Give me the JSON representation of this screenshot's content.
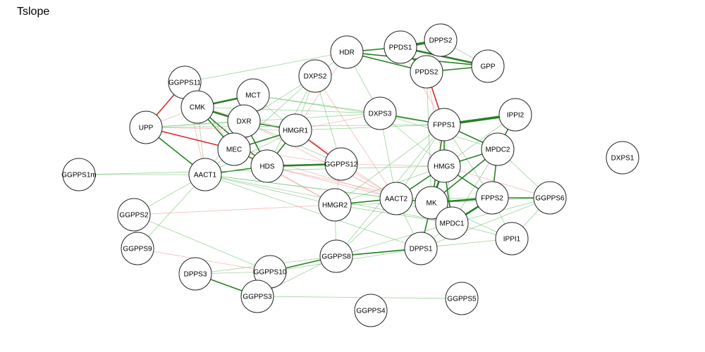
{
  "title": "Tslope",
  "colors": {
    "positive": "#1a7a1a",
    "positive_light": "#7cc47c",
    "negative": "#d42020",
    "negative_light": "#f0a0a0",
    "node_fill": "#ffffff",
    "node_stroke": "#222222"
  },
  "nodes": [
    {
      "id": "HDR",
      "label": "HDR"
    },
    {
      "id": "PPDS1",
      "label": "PPDS1"
    },
    {
      "id": "DPPS2",
      "label": "DPPS2"
    },
    {
      "id": "GPP",
      "label": "GPP"
    },
    {
      "id": "PPDS2",
      "label": "PPDS2"
    },
    {
      "id": "DXPS2",
      "label": "DXPS2"
    },
    {
      "id": "GGPPS11",
      "label": "GGPPS11"
    },
    {
      "id": "MCT",
      "label": "MCT"
    },
    {
      "id": "CMK",
      "label": "CMK"
    },
    {
      "id": "DXR",
      "label": "DXR"
    },
    {
      "id": "DXPS3",
      "label": "DXPS3"
    },
    {
      "id": "FPPS1",
      "label": "FPPS1"
    },
    {
      "id": "IPPI2",
      "label": "IPPI2"
    },
    {
      "id": "UPP",
      "label": "UPP"
    },
    {
      "id": "HMGR1",
      "label": "HMGR1"
    },
    {
      "id": "MEC",
      "label": "MEC"
    },
    {
      "id": "MPDC2",
      "label": "MPDC2"
    },
    {
      "id": "DXPS1",
      "label": "DXPS1"
    },
    {
      "id": "HDS",
      "label": "HDS"
    },
    {
      "id": "GGPPS12",
      "label": "GGPPS12"
    },
    {
      "id": "HMGS",
      "label": "HMGS"
    },
    {
      "id": "GGPPS1m",
      "label": "GGPPS1m"
    },
    {
      "id": "AACT1",
      "label": "AACT1"
    },
    {
      "id": "AACT2",
      "label": "AACT2"
    },
    {
      "id": "MK",
      "label": "MK"
    },
    {
      "id": "FPPS2",
      "label": "FPPS2"
    },
    {
      "id": "GGPPS6",
      "label": "GGPPS6"
    },
    {
      "id": "HMGR2",
      "label": "HMGR2"
    },
    {
      "id": "GGPPS2",
      "label": "GGPPS2"
    },
    {
      "id": "MPDC1",
      "label": "MPDC1"
    },
    {
      "id": "IPPI1",
      "label": "IPPI1"
    },
    {
      "id": "GGPPS9",
      "label": "GGPPS9"
    },
    {
      "id": "DPPS1",
      "label": "DPPS1"
    },
    {
      "id": "GGPPS8",
      "label": "GGPPS8"
    },
    {
      "id": "DPPS3",
      "label": "DPPS3"
    },
    {
      "id": "GGPPS10",
      "label": "GGPPS10"
    },
    {
      "id": "GGPPS3",
      "label": "GGPPS3"
    },
    {
      "id": "GGPPS4",
      "label": "GGPPS4"
    },
    {
      "id": "GGPPS5",
      "label": "GGPPS5"
    }
  ],
  "edges": [
    {
      "from": "HDR",
      "to": "PPDS1",
      "sign": "positive",
      "strength": 2
    },
    {
      "from": "PPDS1",
      "to": "DPPS2",
      "sign": "positive",
      "strength": 4
    },
    {
      "from": "PPDS1",
      "to": "GPP",
      "sign": "positive",
      "strength": 3
    },
    {
      "from": "HDR",
      "to": "GPP",
      "sign": "positive",
      "strength": 2
    },
    {
      "from": "PPDS1",
      "to": "PPDS2",
      "sign": "positive",
      "strength": 2
    },
    {
      "from": "PPDS2",
      "to": "GPP",
      "sign": "positive",
      "strength": 2
    },
    {
      "from": "DPPS2",
      "to": "PPDS2",
      "sign": "positive",
      "strength": 1
    },
    {
      "from": "DPPS2",
      "to": "GPP",
      "sign": "positive",
      "strength": 1
    },
    {
      "from": "HDR",
      "to": "PPDS2",
      "sign": "positive",
      "strength": 2
    },
    {
      "from": "DXPS2",
      "to": "HDR",
      "sign": "positive",
      "strength": 1
    },
    {
      "from": "GGPPS11",
      "to": "HDR",
      "sign": "positive",
      "strength": 1
    },
    {
      "from": "PPDS2",
      "to": "FPPS1",
      "sign": "negative",
      "strength": 2
    },
    {
      "from": "PPDS2",
      "to": "HMGS",
      "sign": "negative",
      "strength": 1
    },
    {
      "from": "PPDS2",
      "to": "MK",
      "sign": "positive",
      "strength": 1
    },
    {
      "from": "PPDS1",
      "to": "FPPS1",
      "sign": "negative",
      "strength": 1
    },
    {
      "from": "HDR",
      "to": "HMGR1",
      "sign": "negative",
      "strength": 1
    },
    {
      "from": "HDR",
      "to": "DXPS3",
      "sign": "positive",
      "strength": 1
    },
    {
      "from": "DXPS2",
      "to": "DXR",
      "sign": "positive",
      "strength": 1
    },
    {
      "from": "DXPS2",
      "to": "HMGR1",
      "sign": "positive",
      "strength": 1
    },
    {
      "from": "DXPS2",
      "to": "MEC",
      "sign": "positive",
      "strength": 1
    },
    {
      "from": "DXPS2",
      "to": "AACT2",
      "sign": "negative",
      "strength": 1
    },
    {
      "from": "DXPS2",
      "to": "HDS",
      "sign": "positive",
      "strength": 1
    },
    {
      "from": "DXPS2",
      "to": "GGPPS12",
      "sign": "positive",
      "strength": 1
    },
    {
      "from": "GGPPS11",
      "to": "UPP",
      "sign": "negative",
      "strength": 2
    },
    {
      "from": "GGPPS11",
      "to": "AACT1",
      "sign": "negative",
      "strength": 1
    },
    {
      "from": "GGPPS11",
      "to": "MEC",
      "sign": "negative",
      "strength": 1
    },
    {
      "from": "MCT",
      "to": "CMK",
      "sign": "positive",
      "strength": 3
    },
    {
      "from": "MCT",
      "to": "DXR",
      "sign": "positive",
      "strength": 2
    },
    {
      "from": "MCT",
      "to": "MEC",
      "sign": "positive",
      "strength": 2
    },
    {
      "from": "MCT",
      "to": "DXPS3",
      "sign": "positive",
      "strength": 1
    },
    {
      "from": "MCT",
      "to": "FPPS1",
      "sign": "positive",
      "strength": 1
    },
    {
      "from": "MCT",
      "to": "HMGR1",
      "sign": "positive",
      "strength": 1
    },
    {
      "from": "CMK",
      "to": "DXR",
      "sign": "positive",
      "strength": 3
    },
    {
      "from": "CMK",
      "to": "MEC",
      "sign": "positive",
      "strength": 2
    },
    {
      "from": "CMK",
      "to": "UPP",
      "sign": "negative",
      "strength": 1
    },
    {
      "from": "CMK",
      "to": "HDS",
      "sign": "positive",
      "strength": 2
    },
    {
      "from": "CMK",
      "to": "HMGR1",
      "sign": "negative",
      "strength": 1
    },
    {
      "from": "CMK",
      "to": "DXPS3",
      "sign": "positive",
      "strength": 1
    },
    {
      "from": "CMK",
      "to": "AACT1",
      "sign": "positive",
      "strength": 1
    },
    {
      "from": "DXR",
      "to": "MEC",
      "sign": "positive",
      "strength": 2
    },
    {
      "from": "DXR",
      "to": "HMGR1",
      "sign": "positive",
      "strength": 2
    },
    {
      "from": "DXR",
      "to": "HDS",
      "sign": "positive",
      "strength": 2
    },
    {
      "from": "DXR",
      "to": "GGPPS12",
      "sign": "positive",
      "strength": 1
    },
    {
      "from": "DXR",
      "to": "UPP",
      "sign": "positive",
      "strength": 1
    },
    {
      "from": "DXR",
      "to": "AACT1",
      "sign": "positive",
      "strength": 1
    },
    {
      "from": "DXR",
      "to": "AACT2",
      "sign": "negative",
      "strength": 1
    },
    {
      "from": "UPP",
      "to": "HMGR1",
      "sign": "negative",
      "strength": 1
    },
    {
      "from": "UPP",
      "to": "MEC",
      "sign": "negative",
      "strength": 2
    },
    {
      "from": "UPP",
      "to": "AACT1",
      "sign": "positive",
      "strength": 2
    },
    {
      "from": "UPP",
      "to": "DXPS3",
      "sign": "positive",
      "strength": 1
    },
    {
      "from": "UPP",
      "to": "FPPS1",
      "sign": "positive",
      "strength": 1
    },
    {
      "from": "HMGR1",
      "to": "MEC",
      "sign": "positive",
      "strength": 2
    },
    {
      "from": "HMGR1",
      "to": "HDS",
      "sign": "positive",
      "strength": 2
    },
    {
      "from": "HMGR1",
      "to": "GGPPS12",
      "sign": "negative",
      "strength": 2
    },
    {
      "from": "HMGR1",
      "to": "DXPS3",
      "sign": "negative",
      "strength": 1
    },
    {
      "from": "HMGR1",
      "to": "FPPS1",
      "sign": "positive",
      "strength": 1
    },
    {
      "from": "HMGR1",
      "to": "AACT1",
      "sign": "positive",
      "strength": 1
    },
    {
      "from": "HMGR1",
      "to": "AACT2",
      "sign": "negative",
      "strength": 1
    },
    {
      "from": "MEC",
      "to": "HDS",
      "sign": "positive",
      "strength": 2
    },
    {
      "from": "MEC",
      "to": "AACT1",
      "sign": "positive",
      "strength": 1
    },
    {
      "from": "MEC",
      "to": "GGPPS12",
      "sign": "negative",
      "strength": 1
    },
    {
      "from": "MEC",
      "to": "AACT2",
      "sign": "negative",
      "strength": 1
    },
    {
      "from": "MEC",
      "to": "HMGR2",
      "sign": "negative",
      "strength": 1
    },
    {
      "from": "HDS",
      "to": "GGPPS12",
      "sign": "positive",
      "strength": 3
    },
    {
      "from": "HDS",
      "to": "AACT1",
      "sign": "positive",
      "strength": 2
    },
    {
      "from": "HDS",
      "to": "AACT2",
      "sign": "negative",
      "strength": 1
    },
    {
      "from": "HDS",
      "to": "HMGR2",
      "sign": "negative",
      "strength": 1
    },
    {
      "from": "HDS",
      "to": "MK",
      "sign": "negative",
      "strength": 1
    },
    {
      "from": "GGPPS12",
      "to": "AACT2",
      "sign": "negative",
      "strength": 1
    },
    {
      "from": "GGPPS12",
      "to": "HMGS",
      "sign": "negative",
      "strength": 1
    },
    {
      "from": "GGPPS12",
      "to": "HMGR2",
      "sign": "negative",
      "strength": 1
    },
    {
      "from": "AACT1",
      "to": "HMGR2",
      "sign": "positive",
      "strength": 1
    },
    {
      "from": "AACT1",
      "to": "AACT2",
      "sign": "positive",
      "strength": 1
    },
    {
      "from": "AACT1",
      "to": "MK",
      "sign": "positive",
      "strength": 1
    },
    {
      "from": "AACT1",
      "to": "GGPPS1m",
      "sign": "positive",
      "strength": 1
    },
    {
      "from": "AACT1",
      "to": "GGPPS2",
      "sign": "positive",
      "strength": 1
    },
    {
      "from": "AACT1",
      "to": "GGPPS9",
      "sign": "positive",
      "strength": 1
    },
    {
      "from": "AACT1",
      "to": "MPDC1",
      "sign": "positive",
      "strength": 1
    },
    {
      "from": "AACT1",
      "to": "DPPS1",
      "sign": "positive",
      "strength": 1
    },
    {
      "from": "DXPS3",
      "to": "FPPS1",
      "sign": "positive",
      "strength": 2
    },
    {
      "from": "DXPS3",
      "to": "MPDC2",
      "sign": "positive",
      "strength": 1
    },
    {
      "from": "DXPS3",
      "to": "HMGS",
      "sign": "positive",
      "strength": 1
    },
    {
      "from": "DXPS3",
      "to": "AACT2",
      "sign": "positive",
      "strength": 1
    },
    {
      "from": "FPPS1",
      "to": "IPPI2",
      "sign": "positive",
      "strength": 4
    },
    {
      "from": "FPPS1",
      "to": "MPDC2",
      "sign": "positive",
      "strength": 2
    },
    {
      "from": "FPPS1",
      "to": "HMGS",
      "sign": "positive",
      "strength": 2
    },
    {
      "from": "FPPS1",
      "to": "MK",
      "sign": "positive",
      "strength": 2
    },
    {
      "from": "FPPS1",
      "to": "FPPS2",
      "sign": "positive",
      "strength": 1
    },
    {
      "from": "FPPS1",
      "to": "MPDC1",
      "sign": "positive",
      "strength": 1
    },
    {
      "from": "FPPS1",
      "to": "AACT2",
      "sign": "positive",
      "strength": 1
    },
    {
      "from": "FPPS1",
      "to": "HMGR2",
      "sign": "positive",
      "strength": 1
    },
    {
      "from": "FPPS1",
      "to": "GGPPS8",
      "sign": "positive",
      "strength": 1
    },
    {
      "from": "IPPI2",
      "to": "MPDC2",
      "sign": "positive",
      "strength": 2
    },
    {
      "from": "IPPI2",
      "to": "HMGS",
      "sign": "positive",
      "strength": 1
    },
    {
      "from": "MPDC2",
      "to": "HMGS",
      "sign": "positive",
      "strength": 2
    },
    {
      "from": "MPDC2",
      "to": "MK",
      "sign": "positive",
      "strength": 2
    },
    {
      "from": "MPDC2",
      "to": "FPPS2",
      "sign": "positive",
      "strength": 2
    },
    {
      "from": "MPDC2",
      "to": "GGPPS6",
      "sign": "positive",
      "strength": 1
    },
    {
      "from": "MPDC2",
      "to": "MPDC1",
      "sign": "positive",
      "strength": 1
    },
    {
      "from": "HMGS",
      "to": "MK",
      "sign": "positive",
      "strength": 3
    },
    {
      "from": "HMGS",
      "to": "FPPS2",
      "sign": "positive",
      "strength": 2
    },
    {
      "from": "HMGS",
      "to": "MPDC1",
      "sign": "positive",
      "strength": 2
    },
    {
      "from": "HMGS",
      "to": "AACT2",
      "sign": "positive",
      "strength": 2
    },
    {
      "from": "HMGS",
      "to": "HMGR2",
      "sign": "positive",
      "strength": 1
    },
    {
      "from": "HMGS",
      "to": "GGPPS6",
      "sign": "negative",
      "strength": 1
    },
    {
      "from": "AACT2",
      "to": "MK",
      "sign": "positive",
      "strength": 2
    },
    {
      "from": "AACT2",
      "to": "HMGR2",
      "sign": "positive",
      "strength": 2
    },
    {
      "from": "AACT2",
      "to": "MPDC1",
      "sign": "positive",
      "strength": 1
    },
    {
      "from": "AACT2",
      "to": "FPPS2",
      "sign": "positive",
      "strength": 1
    },
    {
      "from": "AACT2",
      "to": "DPPS1",
      "sign": "positive",
      "strength": 1
    },
    {
      "from": "AACT2",
      "to": "GGPPS8",
      "sign": "positive",
      "strength": 1
    },
    {
      "from": "MK",
      "to": "FPPS2",
      "sign": "positive",
      "strength": 3
    },
    {
      "from": "MK",
      "to": "MPDC1",
      "sign": "positive",
      "strength": 2
    },
    {
      "from": "MK",
      "to": "IPPI1",
      "sign": "positive",
      "strength": 1
    },
    {
      "from": "MK",
      "to": "GGPPS6",
      "sign": "positive",
      "strength": 1
    },
    {
      "from": "MK",
      "to": "DPPS1",
      "sign": "positive",
      "strength": 2
    },
    {
      "from": "MK",
      "to": "HMGR2",
      "sign": "positive",
      "strength": 1
    },
    {
      "from": "FPPS2",
      "to": "GGPPS6",
      "sign": "positive",
      "strength": 2
    },
    {
      "from": "FPPS2",
      "to": "MPDC1",
      "sign": "positive",
      "strength": 3
    },
    {
      "from": "FPPS2",
      "to": "IPPI1",
      "sign": "positive",
      "strength": 1
    },
    {
      "from": "MPDC1",
      "to": "IPPI1",
      "sign": "positive",
      "strength": 1
    },
    {
      "from": "MPDC1",
      "to": "GGPPS6",
      "sign": "positive",
      "strength": 1
    },
    {
      "from": "MPDC1",
      "to": "DPPS1",
      "sign": "positive",
      "strength": 1
    },
    {
      "from": "MPDC1",
      "to": "GGPPS8",
      "sign": "positive",
      "strength": 1
    },
    {
      "from": "GGPPS6",
      "to": "IPPI1",
      "sign": "positive",
      "strength": 1
    },
    {
      "from": "GGPPS6",
      "to": "DPPS1",
      "sign": "positive",
      "strength": 1
    },
    {
      "from": "HMGR2",
      "to": "MPDC1",
      "sign": "positive",
      "strength": 1
    },
    {
      "from": "HMGR2",
      "to": "GGPPS8",
      "sign": "positive",
      "strength": 1
    },
    {
      "from": "IPPI1",
      "to": "GGPPS8",
      "sign": "positive",
      "strength": 1
    },
    {
      "from": "GGPPS8",
      "to": "DPPS1",
      "sign": "positive",
      "strength": 2
    },
    {
      "from": "GGPPS8",
      "to": "GGPPS10",
      "sign": "positive",
      "strength": 2
    },
    {
      "from": "GGPPS8",
      "to": "GGPPS3",
      "sign": "positive",
      "strength": 1
    },
    {
      "from": "GGPPS8",
      "to": "DPPS3",
      "sign": "positive",
      "strength": 1
    },
    {
      "from": "DPPS1",
      "to": "GGPPS10",
      "sign": "positive",
      "strength": 1
    },
    {
      "from": "GGPPS10",
      "to": "GGPPS3",
      "sign": "positive",
      "strength": 2
    },
    {
      "from": "GGPPS10",
      "to": "DPPS3",
      "sign": "positive",
      "strength": 1
    },
    {
      "from": "DPPS3",
      "to": "GGPPS3",
      "sign": "positive",
      "strength": 2
    },
    {
      "from": "GGPPS2",
      "to": "GGPPS9",
      "sign": "positive",
      "strength": 1
    },
    {
      "from": "GGPPS2",
      "to": "GGPPS10",
      "sign": "positive",
      "strength": 1
    },
    {
      "from": "GGPPS9",
      "to": "GGPPS10",
      "sign": "negative",
      "strength": 1
    },
    {
      "from": "GGPPS2",
      "to": "HMGR2",
      "sign": "negative",
      "strength": 1
    },
    {
      "from": "GGPPS3",
      "to": "GGPPS5",
      "sign": "positive",
      "strength": 1
    },
    {
      "from": "GGPPS1m",
      "to": "HMGS",
      "sign": "positive",
      "strength": 1
    }
  ]
}
